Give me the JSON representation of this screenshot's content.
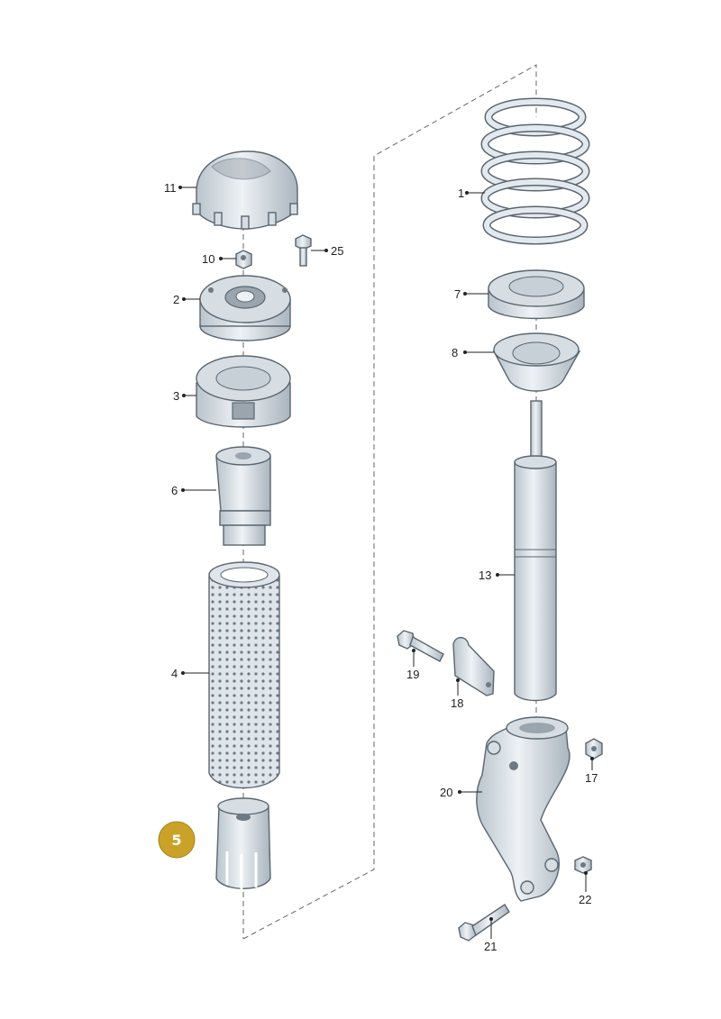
{
  "highlight": {
    "label": "5",
    "color": "#c9a227"
  },
  "labels": {
    "p1": "1",
    "p2": "2",
    "p3": "3",
    "p4": "4",
    "p6": "6",
    "p7": "7",
    "p8": "8",
    "p10": "10",
    "p11": "11",
    "p13": "13",
    "p17": "17",
    "p18": "18",
    "p19": "19",
    "p20": "20",
    "p21": "21",
    "p22": "22",
    "p25": "25"
  },
  "colors": {
    "metal_light": "#eef2f5",
    "metal_dark": "#b9c4cc",
    "outline": "#5a6670"
  }
}
